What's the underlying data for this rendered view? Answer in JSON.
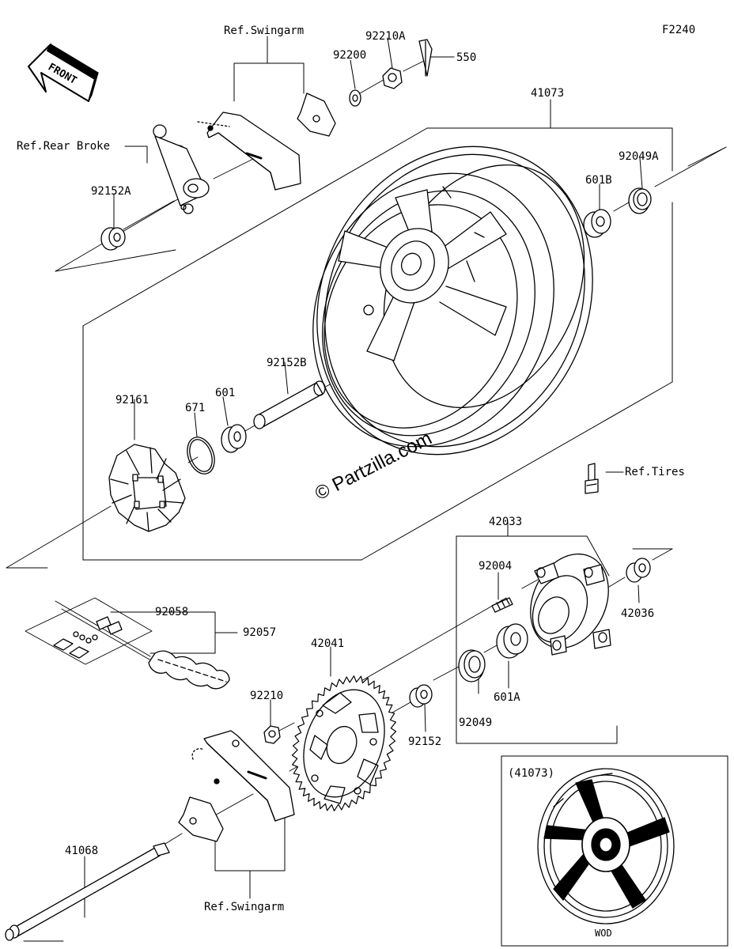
{
  "diagram": {
    "code": "F2240",
    "front_label": "FRONT",
    "watermark": "© Partzilla.com",
    "inset_label": "(41073)",
    "inset_code": "WOD"
  },
  "parts": {
    "ref_swingarm_top": "Ref.Swingarm",
    "ref_rear_brake": "Ref.Rear Broke",
    "p92210A": "92210A",
    "p92200": "92200",
    "p550": "550",
    "p41073": "41073",
    "p92049A": "92049A",
    "p601B": "601B",
    "p92152A": "92152A",
    "p92152B": "92152B",
    "p92161": "92161",
    "p671": "671",
    "p601": "601",
    "ref_tires": "Ref.Tires",
    "p42033": "42033",
    "p92004": "92004",
    "p42036": "42036",
    "p92058": "92058",
    "p92057": "92057",
    "p42041": "42041",
    "p92210": "92210",
    "p92152": "92152",
    "p92049": "92049",
    "p601A": "601A",
    "p41068": "41068",
    "ref_swingarm_bottom": "Ref.Swingarm"
  }
}
